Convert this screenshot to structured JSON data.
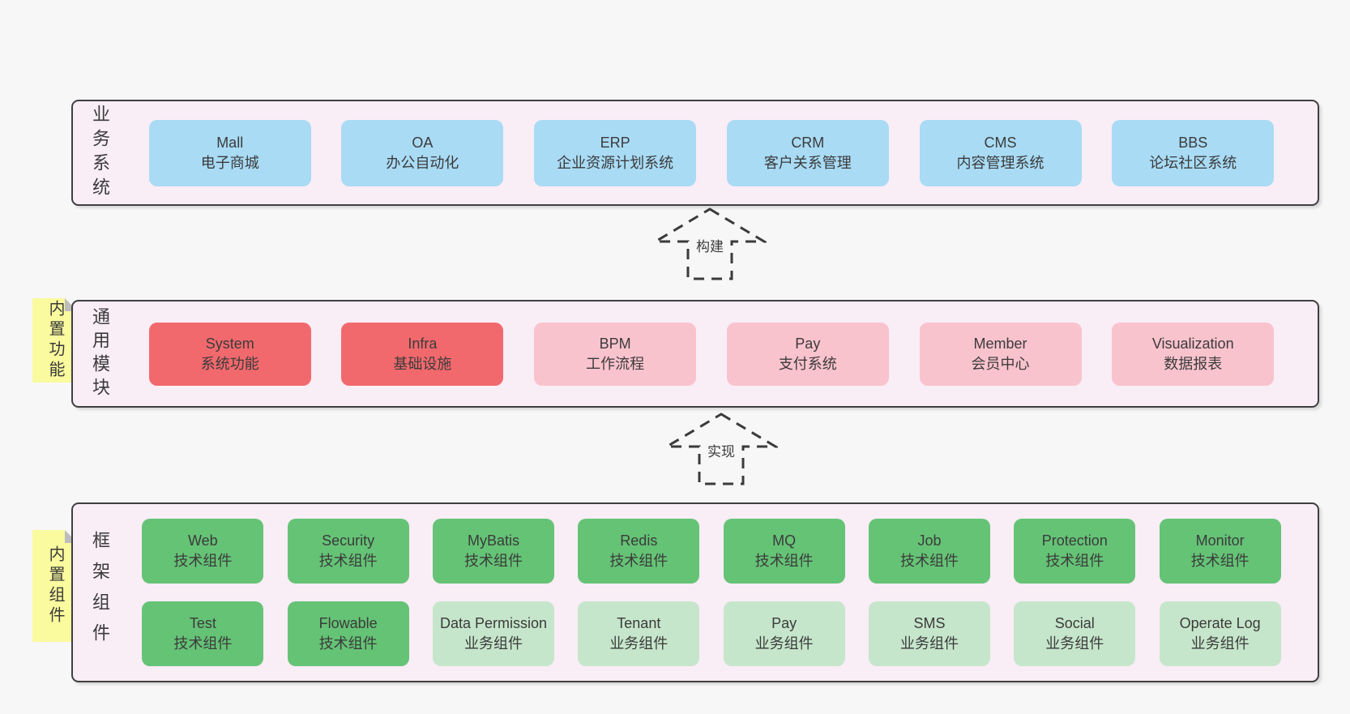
{
  "colors": {
    "page_bg": "#f7f7f7",
    "panel_bg": "#f9edf6",
    "panel_border": "#3f3f3f",
    "blue_box": "#a9dbf5",
    "red_box": "#f2696d",
    "pink_box": "#f9c3cd",
    "green_box": "#65c376",
    "light_green_box": "#c6e6cb",
    "sticky_note": "#fafa9e",
    "note_fold": "#bdbdbd",
    "text": "#3b3b3b"
  },
  "arrows": [
    {
      "label": "构建"
    },
    {
      "label": "实现"
    }
  ],
  "sections": [
    {
      "label": "业务系统",
      "boxes": [
        {
          "title": "Mall",
          "subtitle": "电子商城"
        },
        {
          "title": "OA",
          "subtitle": "办公自动化"
        },
        {
          "title": "ERP",
          "subtitle": "企业资源计划系统"
        },
        {
          "title": "CRM",
          "subtitle": "客户关系管理"
        },
        {
          "title": "CMS",
          "subtitle": "内容管理系统"
        },
        {
          "title": "BBS",
          "subtitle": "论坛社区系统"
        }
      ]
    },
    {
      "label": "通用模块",
      "note": "内置功能",
      "boxes": [
        {
          "title": "System",
          "subtitle": "系统功能"
        },
        {
          "title": "Infra",
          "subtitle": "基础设施"
        },
        {
          "title": "BPM",
          "subtitle": "工作流程"
        },
        {
          "title": "Pay",
          "subtitle": "支付系统"
        },
        {
          "title": "Member",
          "subtitle": "会员中心"
        },
        {
          "title": "Visualization",
          "subtitle": "数据报表"
        }
      ]
    },
    {
      "label": "框架组件",
      "note": "内置组件",
      "rows": [
        [
          {
            "title": "Web",
            "subtitle": "技术组件"
          },
          {
            "title": "Security",
            "subtitle": "技术组件"
          },
          {
            "title": "MyBatis",
            "subtitle": "技术组件"
          },
          {
            "title": "Redis",
            "subtitle": "技术组件"
          },
          {
            "title": "MQ",
            "subtitle": "技术组件"
          },
          {
            "title": "Job",
            "subtitle": "技术组件"
          },
          {
            "title": "Protection",
            "subtitle": "技术组件"
          },
          {
            "title": "Monitor",
            "subtitle": "技术组件"
          }
        ],
        [
          {
            "title": "Test",
            "subtitle": "技术组件"
          },
          {
            "title": "Flowable",
            "subtitle": "技术组件"
          },
          {
            "title": "Data Permission",
            "subtitle": "业务组件"
          },
          {
            "title": "Tenant",
            "subtitle": "业务组件"
          },
          {
            "title": "Pay",
            "subtitle": "业务组件"
          },
          {
            "title": "SMS",
            "subtitle": "业务组件"
          },
          {
            "title": "Social",
            "subtitle": "业务组件"
          },
          {
            "title": "Operate Log",
            "subtitle": "业务组件"
          }
        ]
      ]
    }
  ]
}
